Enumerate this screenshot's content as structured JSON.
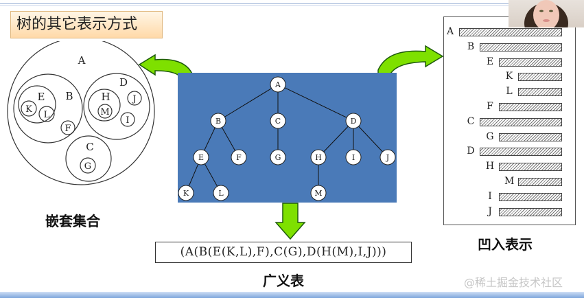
{
  "title": "树的其它表示方式",
  "labels": {
    "nested": "嵌套集合",
    "generalized_list": "广义表",
    "indented": "凹入表示"
  },
  "generalized_list_text": "(A(B(E(K,L),F),C(G),D(H(M),I,J)))",
  "watermark": "@稀土掘金技术社区",
  "tree": {
    "nodes": [
      "A",
      "B",
      "C",
      "D",
      "E",
      "F",
      "G",
      "H",
      "I",
      "J",
      "K",
      "L",
      "M"
    ],
    "edges": [
      [
        "A",
        "B"
      ],
      [
        "A",
        "C"
      ],
      [
        "A",
        "D"
      ],
      [
        "B",
        "E"
      ],
      [
        "B",
        "F"
      ],
      [
        "C",
        "G"
      ],
      [
        "D",
        "H"
      ],
      [
        "D",
        "I"
      ],
      [
        "D",
        "J"
      ],
      [
        "E",
        "K"
      ],
      [
        "E",
        "L"
      ],
      [
        "H",
        "M"
      ]
    ]
  },
  "nested_sets": {
    "root": "A",
    "sets": [
      "B",
      "C",
      "D",
      "E",
      "F",
      "G",
      "H",
      "I",
      "J",
      "K",
      "L",
      "M"
    ]
  },
  "indented": [
    {
      "label": "A",
      "depth": 0
    },
    {
      "label": "B",
      "depth": 1
    },
    {
      "label": "E",
      "depth": 2
    },
    {
      "label": "K",
      "depth": 3
    },
    {
      "label": "L",
      "depth": 3
    },
    {
      "label": "F",
      "depth": 2
    },
    {
      "label": "C",
      "depth": 1
    },
    {
      "label": "G",
      "depth": 2
    },
    {
      "label": "D",
      "depth": 1
    },
    {
      "label": "H",
      "depth": 2
    },
    {
      "label": "M",
      "depth": 3
    },
    {
      "label": "I",
      "depth": 2
    },
    {
      "label": "J",
      "depth": 2
    }
  ],
  "colors": {
    "tree_panel": "#4a7ab8",
    "arrow_fill": "#7ee000",
    "arrow_stroke": "#1e5a0c",
    "title_bg": "#ffd9a8"
  }
}
